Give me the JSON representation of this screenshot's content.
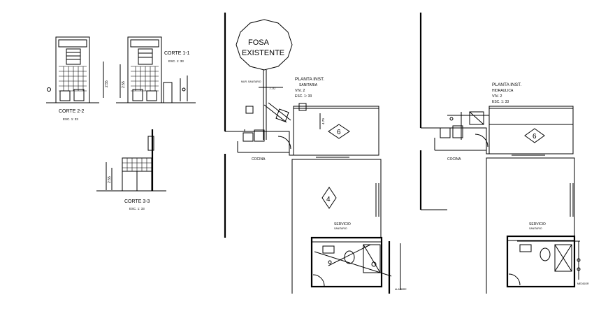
{
  "sections": {
    "corte_1_1": {
      "title": "CORTE 1-1",
      "scale": "ESC. 1: 33"
    },
    "corte_2_2": {
      "title": "CORTE 2-2",
      "scale": "ESC. 1: 33"
    },
    "corte_3_3": {
      "title": "CORTE 3-3",
      "scale": "ESC. 1: 33"
    }
  },
  "plan_sanitary": {
    "tank_label_line1": "FOSA",
    "tank_label_line2": "EXISTENTE",
    "title_line1": "PLANTA INST.",
    "title_line2": "SANITARIA",
    "viv": "VIV. 2",
    "scale": "ESC. 1: 33",
    "kitchen": "COCINA",
    "bath_line1": "SERVICIO",
    "bath_line2": "SANITARIO",
    "room_a": "6",
    "room_b": "4"
  },
  "plan_hydraulic": {
    "title_line1": "PLANTA INST.",
    "title_line2": "HIDRAULICA",
    "viv": "VIV. 2",
    "scale": "ESC. 1: 33",
    "kitchen": "COCINA",
    "bath_line1": "SERVICIO",
    "bath_line2": "SANITARIO",
    "room_a": "6"
  }
}
